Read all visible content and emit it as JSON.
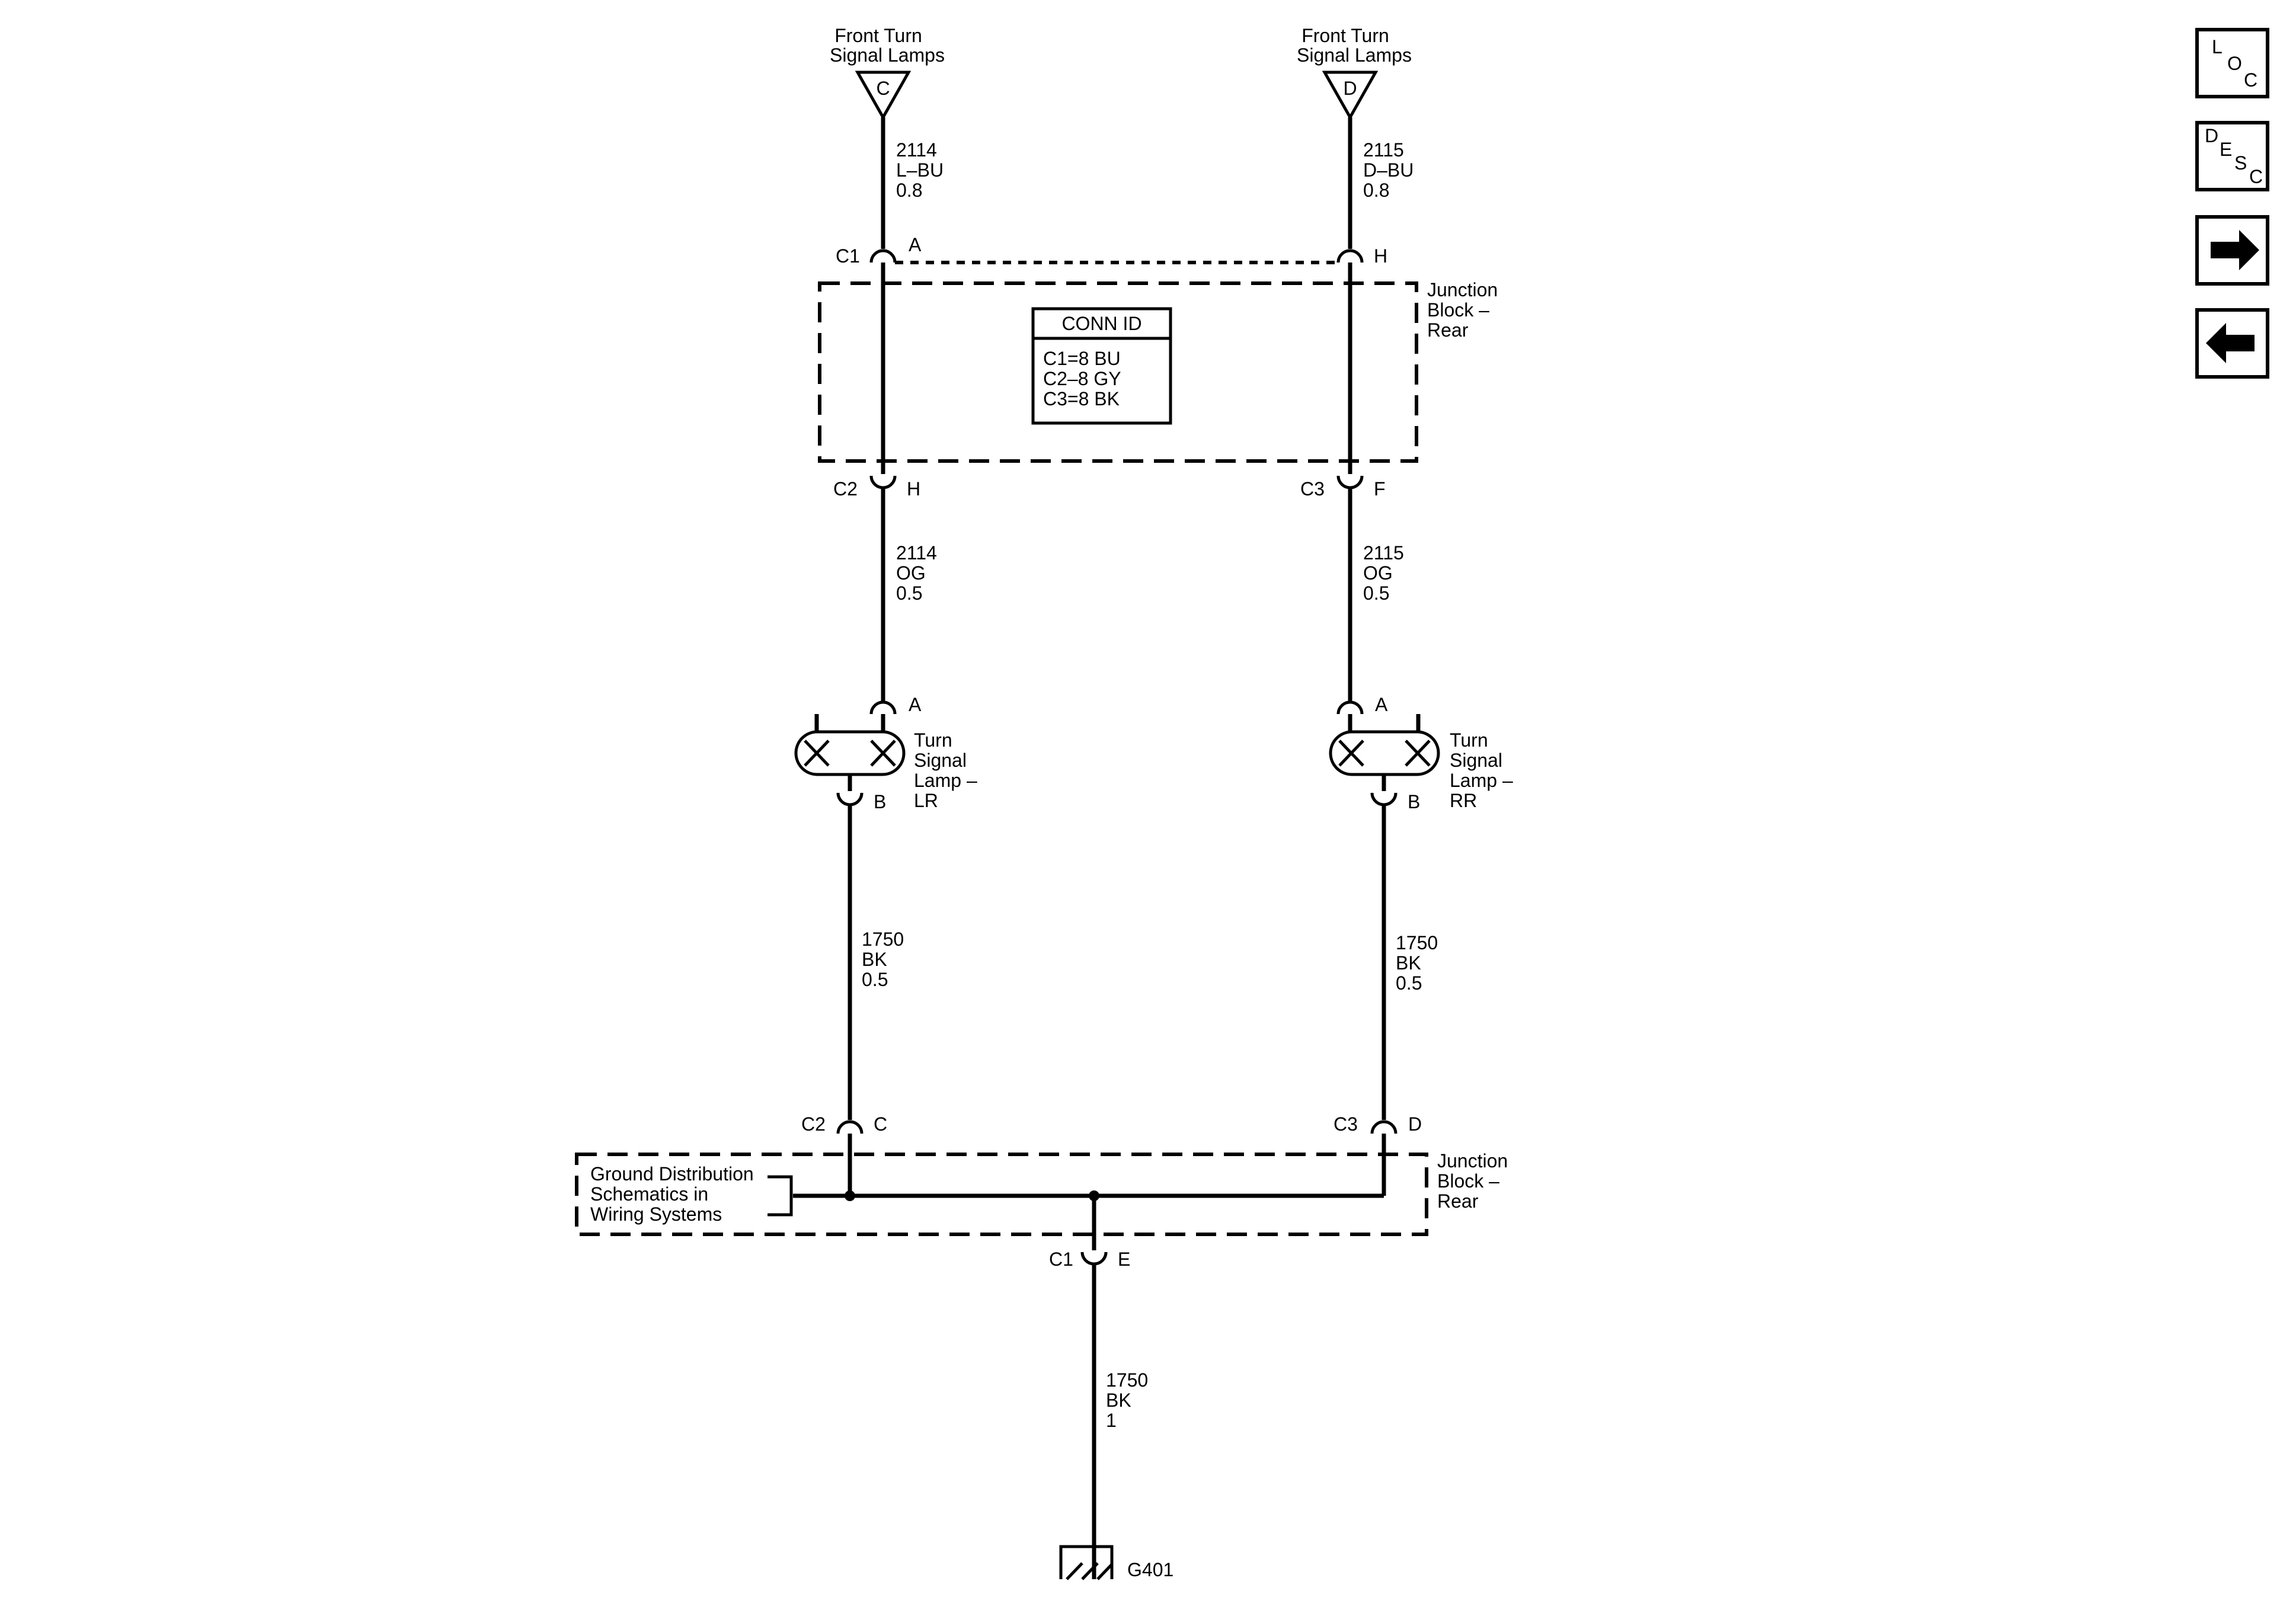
{
  "sources": {
    "left": {
      "label_line1": "Front Turn",
      "label_line2": "Signal Lamps",
      "letter": "C"
    },
    "right": {
      "label_line1": "Front Turn",
      "label_line2": "Signal Lamps",
      "letter": "D"
    }
  },
  "wires": {
    "w2114_top": [
      "2114",
      "L–BU",
      "0.8"
    ],
    "w2115_top": [
      "2115",
      "D–BU",
      "0.8"
    ],
    "w2114_mid": [
      "2114",
      "OG",
      "0.5"
    ],
    "w2115_mid": [
      "2115",
      "OG",
      "0.5"
    ],
    "w1750_left": [
      "1750",
      "BK",
      "0.5"
    ],
    "w1750_right": [
      "1750",
      "BK",
      "0.5"
    ],
    "w1750_ground": [
      "1750",
      "BK",
      "1"
    ]
  },
  "connectors": {
    "c1_left": {
      "id": "C1",
      "pin": "A"
    },
    "c1_right": {
      "pin": "H"
    },
    "c2_top": {
      "id": "C2",
      "pin": "H"
    },
    "c3_top": {
      "id": "C3",
      "pin": "F"
    },
    "lamp_lr_a": {
      "pin": "A"
    },
    "lamp_lr_b": {
      "pin": "B"
    },
    "lamp_rr_a": {
      "pin": "A"
    },
    "lamp_rr_b": {
      "pin": "B"
    },
    "c2_bottom": {
      "id": "C2",
      "pin": "C"
    },
    "c3_bottom": {
      "id": "C3",
      "pin": "D"
    },
    "c1_bottom": {
      "id": "C1",
      "pin": "E"
    }
  },
  "junction_top": {
    "label": [
      "Junction",
      "Block –",
      "Rear"
    ]
  },
  "junction_bottom": {
    "label": [
      "Junction",
      "Block –",
      "Rear"
    ]
  },
  "conn_id": {
    "title": "CONN ID",
    "lines": [
      "C1=8 BU",
      "C2–8 GY",
      "C3=8 BK"
    ]
  },
  "lamps": {
    "lr": [
      "Turn",
      "Signal",
      "Lamp –",
      "LR"
    ],
    "rr": [
      "Turn",
      "Signal",
      "Lamp –",
      "RR"
    ]
  },
  "ground_ref": [
    "Ground Distribution",
    "Schematics in",
    "Wiring Systems"
  ],
  "ground": {
    "label": "G401"
  },
  "nav": {
    "loc": {
      "l1": "L",
      "l2": "O",
      "l3": "C"
    },
    "desc": {
      "l1": "D",
      "l2": "E",
      "l3": "S",
      "l4": "C"
    },
    "next_icon": "arrow-right-icon",
    "prev_icon": "arrow-left-icon"
  }
}
